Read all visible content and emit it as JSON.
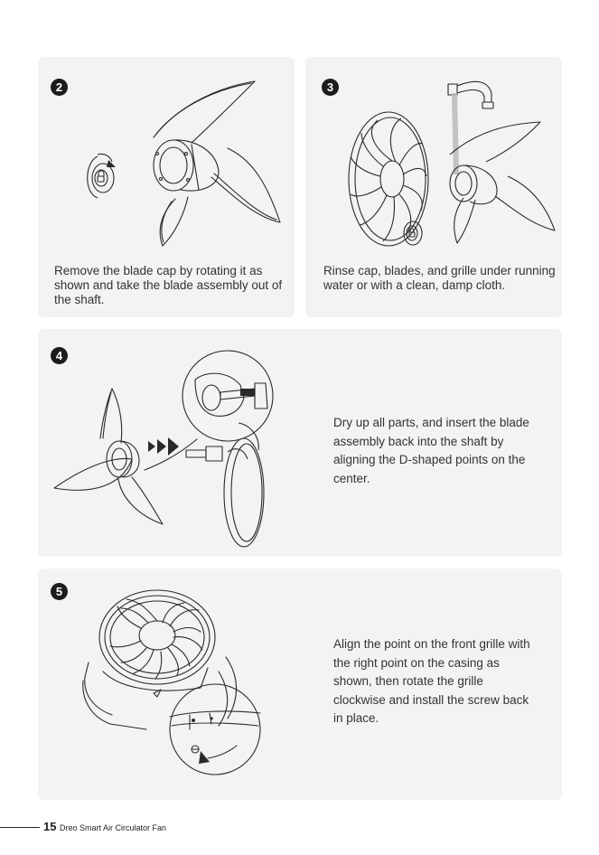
{
  "steps": [
    {
      "number": "2",
      "text": "Remove the blade cap by rotating it as shown and take the blade assembly out of the shaft."
    },
    {
      "number": "3",
      "text": "Rinse cap, blades, and grille under running water or with a clean, damp cloth."
    },
    {
      "number": "4",
      "text": "Dry up all parts, and insert the blade assembly back into the shaft by aligning the D-shaped points on the center."
    },
    {
      "number": "5",
      "text": "Align the point on the front grille with the right point on the casing as shown, then rotate the grille clockwise and install the screw back in place."
    }
  ],
  "footer": {
    "page_number": "15",
    "title": "Dreo Smart Air Circulator Fan"
  },
  "colors": {
    "panel_bg": "#f2f3f2",
    "line_art": "#2a2a2a",
    "badge_bg": "#1c1c1c",
    "water": "#b9b9b9"
  }
}
